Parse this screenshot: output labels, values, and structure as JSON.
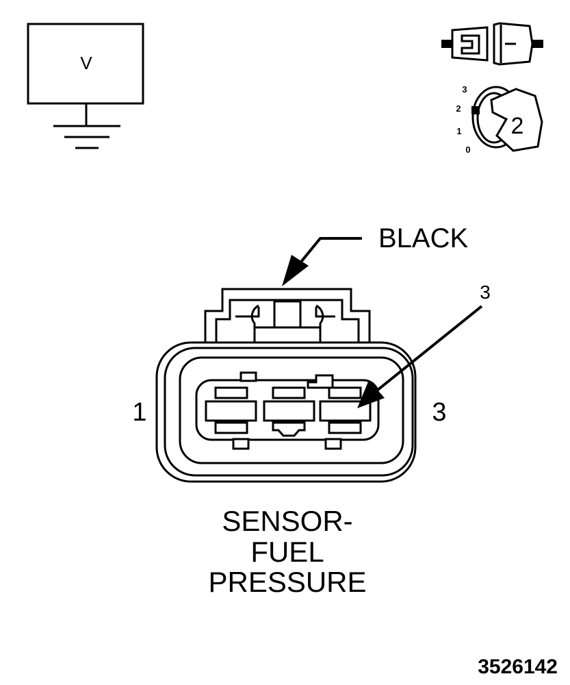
{
  "voltmeter": {
    "label": "V"
  },
  "ignition": {
    "positions": [
      "3",
      "2",
      "1",
      "0"
    ],
    "key_label": "2"
  },
  "connector": {
    "color_label": "BLACK",
    "pin_left_label": "1",
    "pin_right_label": "3",
    "pin_callout_label": "3"
  },
  "caption": {
    "line1": "SENSOR-",
    "line2": "FUEL",
    "line3": "PRESSURE"
  },
  "figure_id": "3526142"
}
